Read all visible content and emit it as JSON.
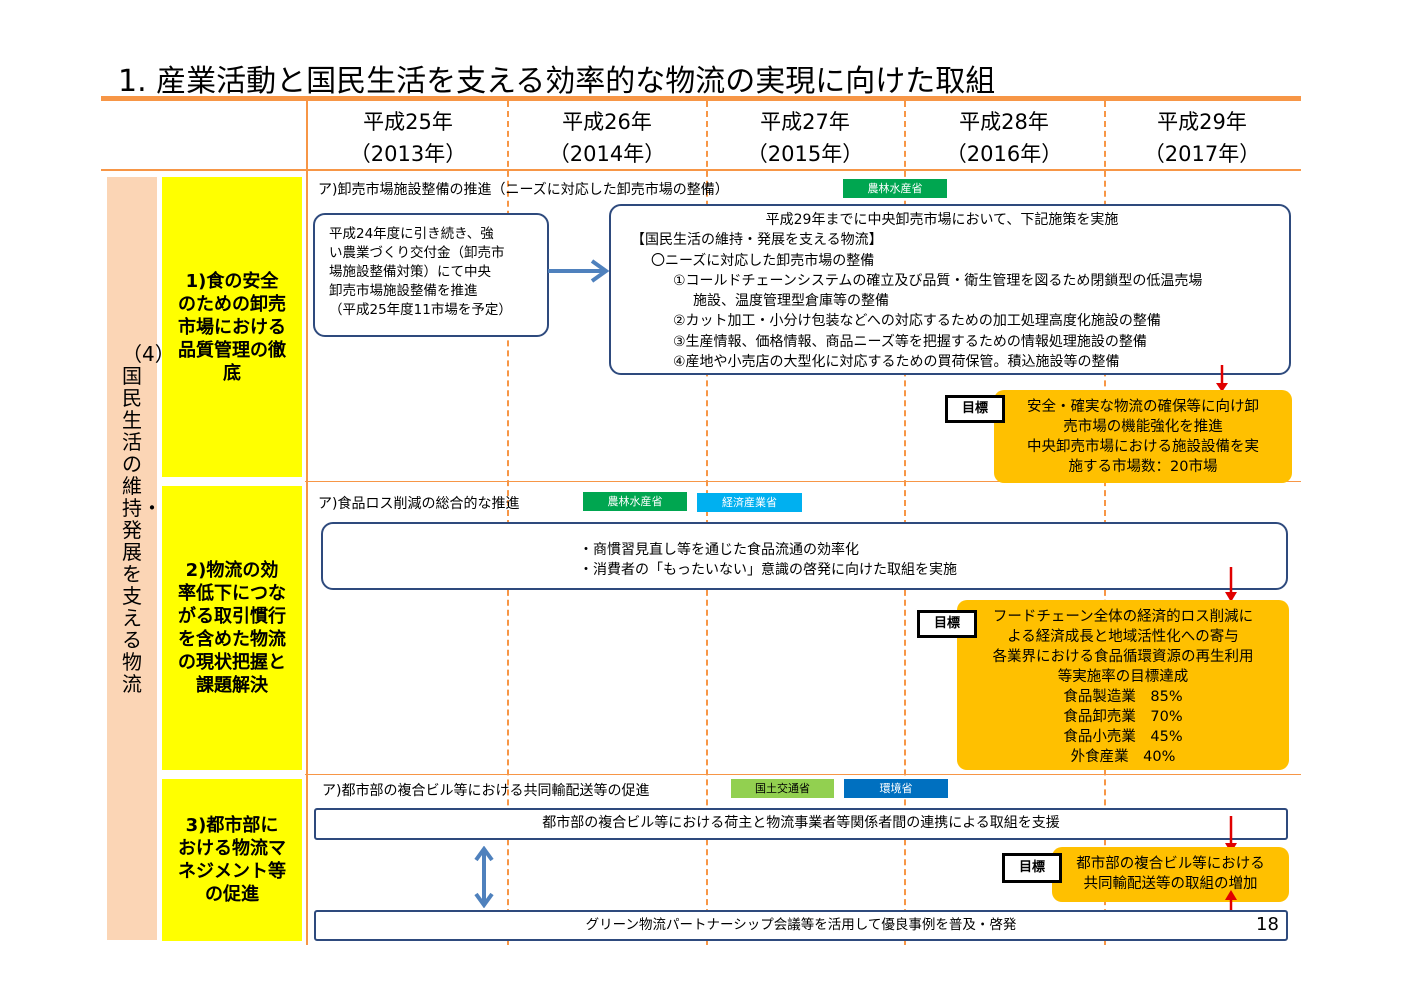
{
  "title": "1. 産業活動と国民生活を支える効率的な物流の実現に向けた取組",
  "years": [
    {
      "label": "平成25年",
      "sub": "（2013年）"
    },
    {
      "label": "平成26年",
      "sub": "（2014年）"
    },
    {
      "label": "平成27年",
      "sub": "（2015年）"
    },
    {
      "label": "平成28年",
      "sub": "（2016年）"
    },
    {
      "label": "平成29年",
      "sub": "（2017年）"
    }
  ],
  "section_label": "（4）国民生活の維持・発展を支える物流",
  "rows": [
    {
      "label": "1)食の安全のための卸売市場における品質管理の徹底",
      "heading": "ア)卸売市場施設整備の推進（ニーズに対応した卸売市場の整備）",
      "tags": [
        "農林水産省"
      ],
      "box1": [
        "平成24年度に引き続き、強",
        "い農業づくり交付金（卸売市",
        "場施設整備対策）にて中央",
        "卸売市場施設整備を推進",
        "（平成25年度11市場を予定）"
      ],
      "box2": [
        "平成29年までに中央卸売市場において、下記施策を実施",
        "【国民生活の維持・発展を支える物流】",
        "〇ニーズに対応した卸売市場の整備",
        "①コールドチェーンシステムの確立及び品質・衛生管理を図るため閉鎖型の低温売場",
        "施設、温度管理型倉庫等の整備",
        "②カット加工・小分け包装などへの対応するための加工処理高度化施設の整備",
        "③生産情報、価格情報、商品ニーズ等を把握するための情報処理施設の整備",
        "④産地や小売店の大型化に対応するための買荷保管。積込施設等の整備"
      ],
      "goal_label": "目標",
      "goal": [
        "安全・確実な物流の確保等に向け卸",
        "売市場の機能強化を推進",
        "中央卸売市場における施設設備を実",
        "施する市場数：20市場"
      ]
    },
    {
      "label": "2)物流の効率低下につながる取引慣行を含めた物流の現状把握と課題解決",
      "heading": "ア)食品ロス削減の総合的な推進",
      "tags": [
        "農林水産省",
        "経済産業省"
      ],
      "box": [
        "・商慣習見直し等を通じた食品流通の効率化",
        "・消費者の「もったいない」意識の啓発に向けた取組を実施"
      ],
      "goal_label": "目標",
      "goal": [
        "フードチェーン全体の経済的ロス削減に",
        "よる経済成長と地域活性化への寄与",
        "各業界における食品循環資源の再生利用",
        "等実施率の目標達成",
        "食品製造業　85%",
        "食品卸売業　70%",
        "食品小売業　45%",
        "外食産業　40%"
      ]
    },
    {
      "label": "3)都市部における物流マネジメント等の促進",
      "heading": "ア)都市部の複合ビル等における共同輸配送等の促進",
      "tags": [
        "国土交通省",
        "環境省"
      ],
      "box1": "都市部の複合ビル等における荷主と物流事業者等関係者間の連携による取組を支援",
      "goal_label": "目標",
      "goal": [
        "都市部の複合ビル等における",
        "共同輸配送等の取組の増加"
      ],
      "box2": "グリーン物流パートナーシップ会議等を活用して優良事例を普及・啓発"
    }
  ],
  "page_number": "18",
  "colors": {
    "orange": "#f79646",
    "yellow": "#ffff00",
    "gold": "#ffc000",
    "navy": "#2e4a7d",
    "arrow_red": "#e00000",
    "arrow_blue": "#4f81bd",
    "tag_green": "#00a650",
    "tag_lightblue": "#00b0f0",
    "tag_lightgreen": "#92d050",
    "tag_blue": "#0070c0"
  }
}
